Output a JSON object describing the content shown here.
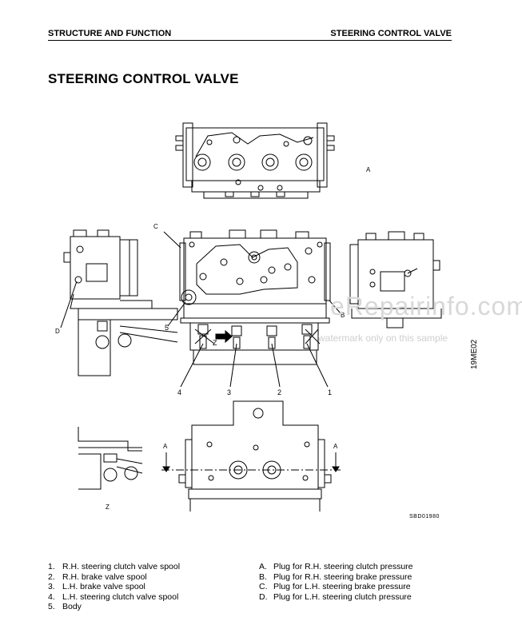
{
  "header": {
    "left": "STRUCTURE AND FUNCTION",
    "right": "STEERING CONTROL VALVE"
  },
  "title": "STEERING CONTROL VALVE",
  "figure": {
    "callouts": {
      "A": "A",
      "B": "B",
      "C": "C",
      "D": "D",
      "n1": "1",
      "n2": "2",
      "n3": "3",
      "n4": "4",
      "n5": "5",
      "Z_arrow": "Z",
      "Z_view": "Z",
      "A_sec_left": "A",
      "A_sec_right": "A"
    },
    "side_code": "19ME02",
    "drawing_code": "SBD01980"
  },
  "watermark": {
    "main": "eRepairinfo.com",
    "sub": "watermark only on this sample"
  },
  "legend_left": [
    {
      "num": "1.",
      "text": "R.H. steering clutch valve spool"
    },
    {
      "num": "2.",
      "text": "R.H. brake valve spool"
    },
    {
      "num": "3.",
      "text": "L.H. brake valve spool"
    },
    {
      "num": "4.",
      "text": "L.H. steering clutch valve spool"
    },
    {
      "num": "5.",
      "text": "Body"
    }
  ],
  "legend_right": [
    {
      "num": "A.",
      "text": "Plug for R.H. steering clutch pressure"
    },
    {
      "num": "B.",
      "text": "Plug for R.H. steering brake pressure"
    },
    {
      "num": "C.",
      "text": "Plug for L.H. steering brake pressure"
    },
    {
      "num": "D.",
      "text": "Plug for L.H. steering clutch pressure"
    }
  ]
}
